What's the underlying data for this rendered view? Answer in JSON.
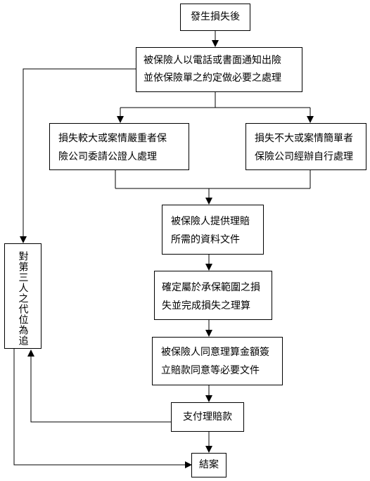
{
  "flow": {
    "start": "發生損失後",
    "notify": [
      "被保險人以電話或書面通知出險",
      "並依保險單之約定做必要之處理"
    ],
    "left_branch": [
      "損失較大或案情嚴重者保",
      "險公司委請公證人處理"
    ],
    "right_branch": [
      "損失不大或案情簡單者",
      "保險公司經辦自行處理"
    ],
    "documents": [
      "被保險人提供理賠",
      "所需的資料文件"
    ],
    "confirm": [
      "確定屬於承保範圍之損",
      "失並完成損失之理算"
    ],
    "agree": [
      "被保險人同意理算金額簽",
      "立賠款同意等必要文件"
    ],
    "pay": "支付理賠款",
    "close": "結案",
    "subrogation": "對第三人之代位為追"
  }
}
